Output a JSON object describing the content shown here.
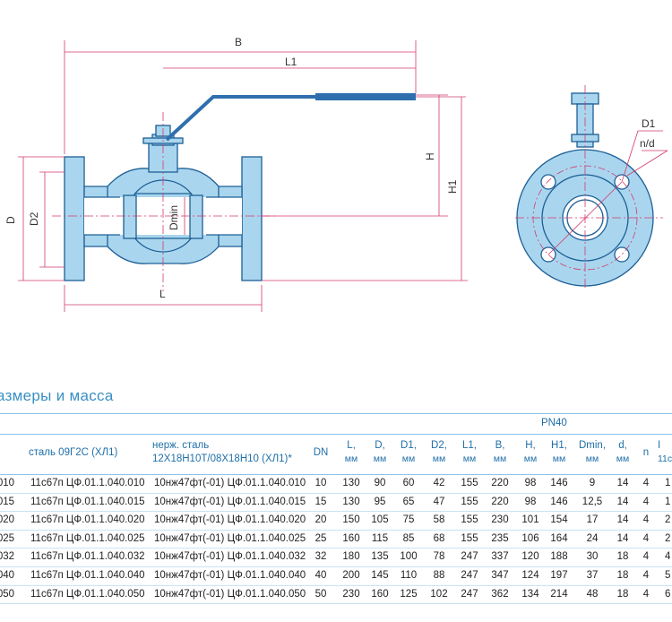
{
  "drawing": {
    "labels": {
      "B": "B",
      "L1": "L1",
      "H": "H",
      "H1": "H1",
      "D": "D",
      "D2": "D2",
      "Dmin": "Dmin",
      "L": "L",
      "D1": "D1",
      "nd": "n/d"
    }
  },
  "section_title": "азмеры и масса",
  "table": {
    "group_header": "PN40",
    "headers": {
      "steel": "сталь 09Г2С (ХЛ1)",
      "stainless_1": "нерж. сталь",
      "stainless_2": "12Х18Н10Т/08Х18Н10 (ХЛ1)*",
      "dn": "DN",
      "L": "L,",
      "L_u": "мм",
      "D": "D,",
      "D_u": "мм",
      "D1": "D1,",
      "D1_u": "мм",
      "D2": "D2,",
      "D2_u": "мм",
      "L1": "L1,",
      "L1_u": "мм",
      "B": "B,",
      "B_u": "мм",
      "H": "H,",
      "H_u": "мм",
      "H1": "H1,",
      "H1_u": "мм",
      "Dmin": "Dmin,",
      "Dmin_u": "мм",
      "d": "d,",
      "d_u": "мм",
      "n": "n",
      "last_top": "I",
      "last_bottom": "11с"
    },
    "rows": [
      {
        "code": "010",
        "steel": "11с67п ЦФ.01.1.040.010",
        "ss": "10нж47фт(-01) ЦФ.01.1.040.010",
        "dn": "10",
        "L": "130",
        "D": "90",
        "D1": "60",
        "D2": "42",
        "L1": "155",
        "B": "220",
        "H": "98",
        "H1": "146",
        "Dmin": "9",
        "d": "14",
        "n": "4",
        "last": "1"
      },
      {
        "code": "015",
        "steel": "11с67п ЦФ.01.1.040.015",
        "ss": "10нж47фт(-01) ЦФ.01.1.040.015",
        "dn": "15",
        "L": "130",
        "D": "95",
        "D1": "65",
        "D2": "47",
        "L1": "155",
        "B": "220",
        "H": "98",
        "H1": "146",
        "Dmin": "12,5",
        "d": "14",
        "n": "4",
        "last": "1"
      },
      {
        "code": "020",
        "steel": "11с67п ЦФ.01.1.040.020",
        "ss": "10нж47фт(-01) ЦФ.01.1.040.020",
        "dn": "20",
        "L": "150",
        "D": "105",
        "D1": "75",
        "D2": "58",
        "L1": "155",
        "B": "230",
        "H": "101",
        "H1": "154",
        "Dmin": "17",
        "d": "14",
        "n": "4",
        "last": "2"
      },
      {
        "code": "025",
        "steel": "11с67п ЦФ.01.1.040.025",
        "ss": "10нж47фт(-01) ЦФ.01.1.040.025",
        "dn": "25",
        "L": "160",
        "D": "115",
        "D1": "85",
        "D2": "68",
        "L1": "155",
        "B": "235",
        "H": "106",
        "H1": "164",
        "Dmin": "24",
        "d": "14",
        "n": "4",
        "last": "2"
      },
      {
        "code": "032",
        "steel": "11с67п ЦФ.01.1.040.032",
        "ss": "10нж47фт(-01) ЦФ.01.1.040.032",
        "dn": "32",
        "L": "180",
        "D": "135",
        "D1": "100",
        "D2": "78",
        "L1": "247",
        "B": "337",
        "H": "120",
        "H1": "188",
        "Dmin": "30",
        "d": "18",
        "n": "4",
        "last": "4"
      },
      {
        "code": "040",
        "steel": "11с67п ЦФ.01.1.040.040",
        "ss": "10нж47фт(-01) ЦФ.01.1.040.040",
        "dn": "40",
        "L": "200",
        "D": "145",
        "D1": "110",
        "D2": "88",
        "L1": "247",
        "B": "347",
        "H": "124",
        "H1": "197",
        "Dmin": "37",
        "d": "18",
        "n": "4",
        "last": "5"
      },
      {
        "code": "050",
        "steel": "11с67п ЦФ.01.1.040.050",
        "ss": "10нж47фт(-01) ЦФ.01.1.040.050",
        "dn": "50",
        "L": "230",
        "D": "160",
        "D1": "125",
        "D2": "102",
        "L1": "247",
        "B": "362",
        "H": "134",
        "H1": "214",
        "Dmin": "48",
        "d": "18",
        "n": "4",
        "last": "6"
      }
    ]
  },
  "colors": {
    "body_fill": "#a9d6ee",
    "body_stroke": "#1e5f96",
    "handle": "#2f6fae",
    "dim_line": "#d33a6c",
    "accent_text": "#3a8fc4"
  }
}
